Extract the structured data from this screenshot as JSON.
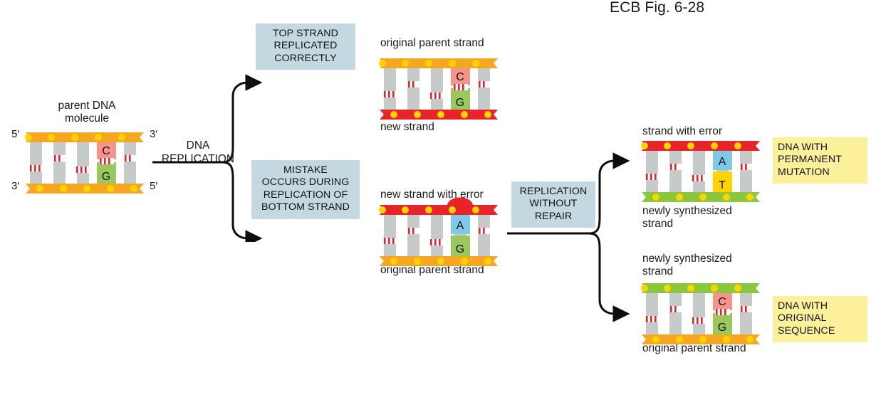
{
  "figure": {
    "reference": "ECB Fig. 6-28",
    "title": "DNA replication error and mutation pathway"
  },
  "colors": {
    "parent_strand": "#f5a623",
    "parent_strand_dark": "#f09a12",
    "new_strand": "#e8232a",
    "newly_synth_strand": "#8cc63f",
    "process_box": "#c3d8e0",
    "outcome_box": "#fcf09a",
    "base_sugar": "#c6cbc9",
    "hbond": "#e8232a",
    "phosphate": "#ffd400",
    "base_C": "#f4948c",
    "base_G": "#9bc85c",
    "base_A": "#7ec8e8",
    "base_T": "#ffd400",
    "arrow": "#0d0d0d",
    "text": "#1a1a1a"
  },
  "molecules": {
    "parent": {
      "caption_top": "parent DNA\nmolecule",
      "caption_bottom": "",
      "top_strand_color": "#f5a623",
      "bottom_strand_color": "#f5a623",
      "end_labels": {
        "top_left": "5′",
        "top_right": "3′",
        "bottom_left": "3′",
        "bottom_right": "5′"
      },
      "bases": {
        "top": "C",
        "bottom": "G"
      },
      "bulge": false,
      "rungs": [
        {
          "hbonds": 2,
          "level": "low"
        },
        {
          "hbonds": 2,
          "level": "mid"
        },
        {
          "hbonds": 3,
          "level": "low"
        },
        {
          "hbonds": 3,
          "level": "labeled"
        },
        {
          "hbonds": 2,
          "level": "mid"
        }
      ]
    },
    "correct": {
      "caption_top": "original parent strand",
      "caption_bottom": "new strand",
      "top_strand_color": "#f5a623",
      "bottom_strand_color": "#e8232a",
      "bases": {
        "top": "C",
        "bottom": "G"
      },
      "bulge": false
    },
    "error": {
      "caption_top": "new strand with error",
      "caption_bottom": "original parent strand",
      "top_strand_color": "#e8232a",
      "bottom_strand_color": "#f5a623",
      "bases": {
        "top": "A",
        "bottom": "G"
      },
      "bulge": true
    },
    "mutation": {
      "caption_top": "strand with error",
      "caption_bottom": "newly synthesized\nstrand",
      "top_strand_color": "#e8232a",
      "bottom_strand_color": "#8cc63f",
      "bases": {
        "top": "A",
        "bottom": "T"
      },
      "bulge": false
    },
    "original": {
      "caption_top": "newly synthesized\nstrand",
      "caption_bottom": "original parent strand",
      "top_strand_color": "#8cc63f",
      "bottom_strand_color": "#f5a623",
      "bases": {
        "top": "C",
        "bottom": "G"
      },
      "bulge": false
    }
  },
  "process_labels": {
    "dna_replication": "DNA\nREPLICATION",
    "top_correct": "TOP STRAND\nREPLICATED\nCORRECTLY",
    "mistake": "MISTAKE\nOCCURS DURING\nREPLICATION OF\nBOTTOM STRAND",
    "replication_without_repair": "REPLICATION\nWITHOUT\nREPAIR"
  },
  "outcomes": {
    "mutation": "DNA WITH\nPERMANENT\nMUTATION",
    "original": "DNA WITH\nORIGINAL\nSEQUENCE"
  }
}
